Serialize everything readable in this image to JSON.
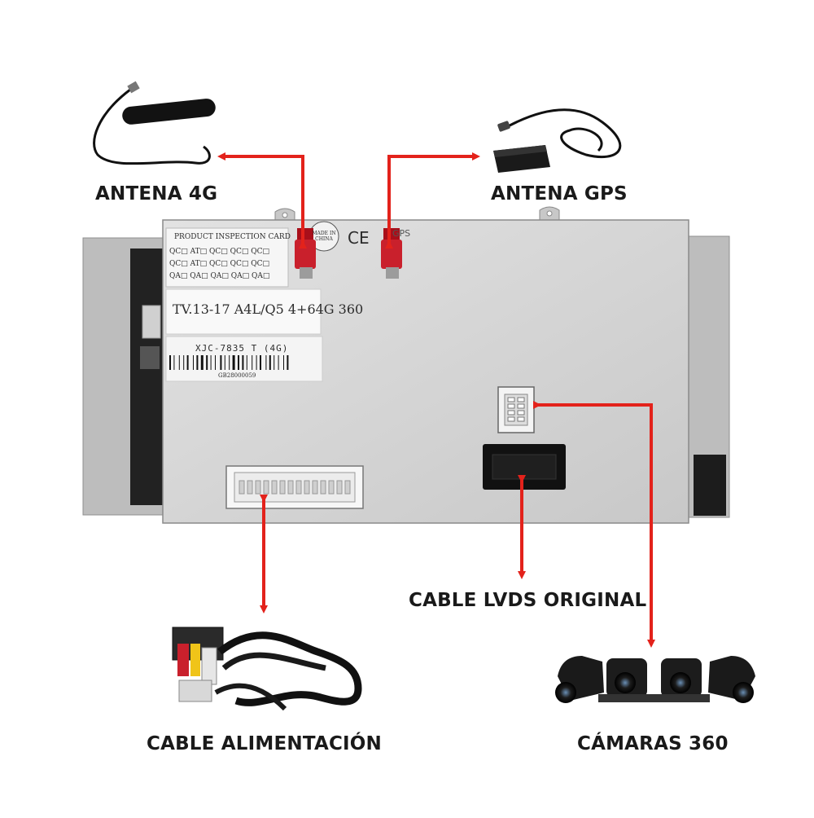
{
  "callouts": {
    "antena_4g": "ANTENA 4G",
    "antena_gps": "ANTENA GPS",
    "cable_lvds": "CABLE LVDS ORIGINAL",
    "cable_alimentacion": "CABLE ALIMENTACIÓN",
    "camaras_360": "CÁMARAS 360"
  },
  "box": {
    "inspection_title": "PRODUCT INSPECTION CARD",
    "qc_row_1": "QC□ AT□ QC□ QC□ QC□",
    "qc_row_2": "QC□ AT□ QC□ QC□ QC□",
    "qc_row_3": "QA□ QA□ QA□ QA□ QA□",
    "model_label": "TV.13-17 A4L/Q5 4+64G 360",
    "part_number": "XJC-7835 T (4G)",
    "serial": "GB28000059",
    "made_in": "MADE IN CHINA",
    "ce_mark": "CE",
    "gps_mark": "GPS"
  },
  "colors": {
    "arrow": "#e3221b",
    "box_face": "#d4d4d4",
    "box_side": "#b9b9b9",
    "label_text": "#1a1a1a",
    "connector_red": "#c9202c"
  }
}
